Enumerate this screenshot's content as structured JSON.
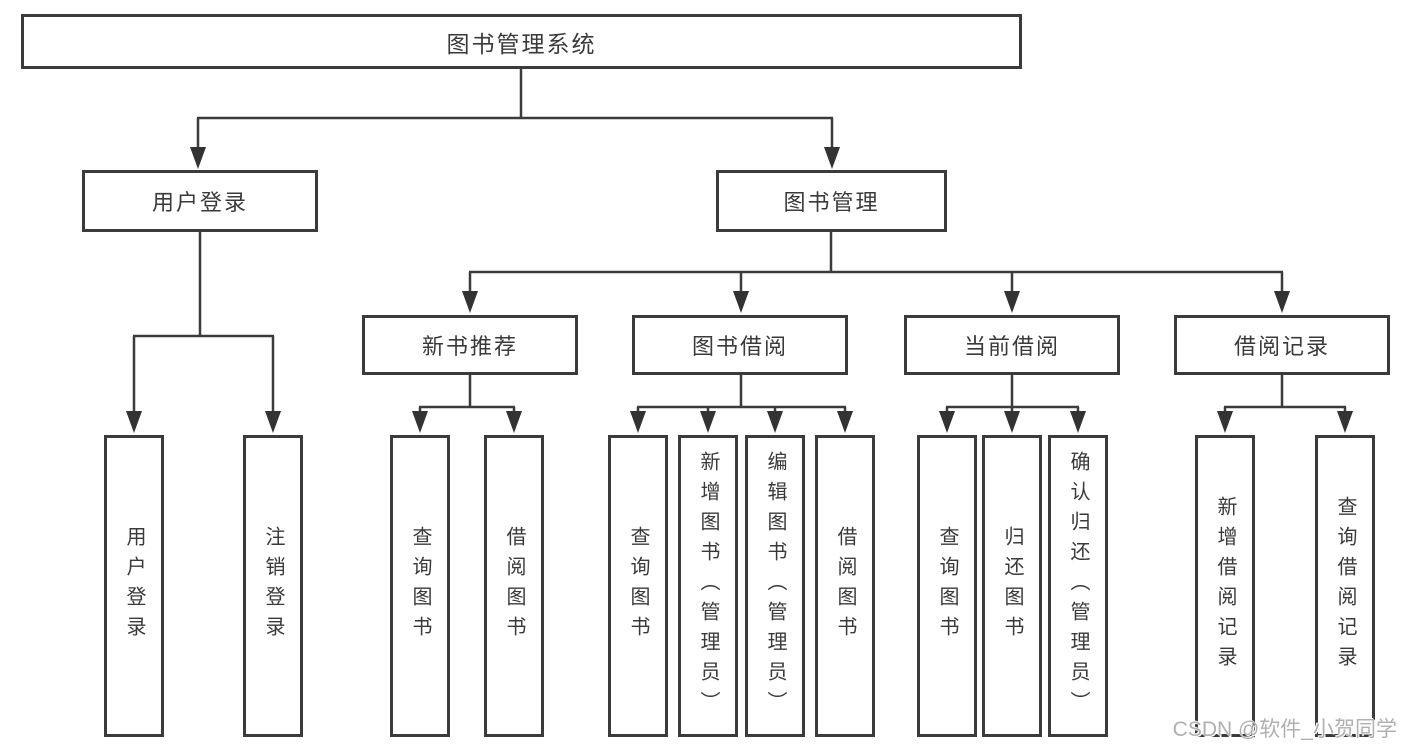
{
  "tree": {
    "label": "图书管理系统",
    "children": [
      {
        "label": "用户登录",
        "children": [
          {
            "label": "用户登录"
          },
          {
            "label": "注销登录"
          }
        ]
      },
      {
        "label": "图书管理",
        "children": [
          {
            "label": "新书推荐",
            "children": [
              {
                "label": "查询图书"
              },
              {
                "label": "借阅图书"
              }
            ]
          },
          {
            "label": "图书借阅",
            "children": [
              {
                "label": "查询图书"
              },
              {
                "label": "新增图书（管理员）"
              },
              {
                "label": "编辑图书（管理员）"
              },
              {
                "label": "借阅图书"
              }
            ]
          },
          {
            "label": "当前借阅",
            "children": [
              {
                "label": "查询图书"
              },
              {
                "label": "归还图书"
              },
              {
                "label": "确认归还（管理员）"
              }
            ]
          },
          {
            "label": "借阅记录",
            "children": [
              {
                "label": "新增借阅记录"
              },
              {
                "label": "查询借阅记录"
              }
            ]
          }
        ]
      }
    ]
  },
  "watermark": {
    "text": "CSDN @软件_小贺同学"
  },
  "colors": {
    "line": "#3b3b3b",
    "box_border": "#3b3b3b",
    "text": "#3a3a3a",
    "background": "#ffffff",
    "watermark_text": "#b0b0b0"
  }
}
